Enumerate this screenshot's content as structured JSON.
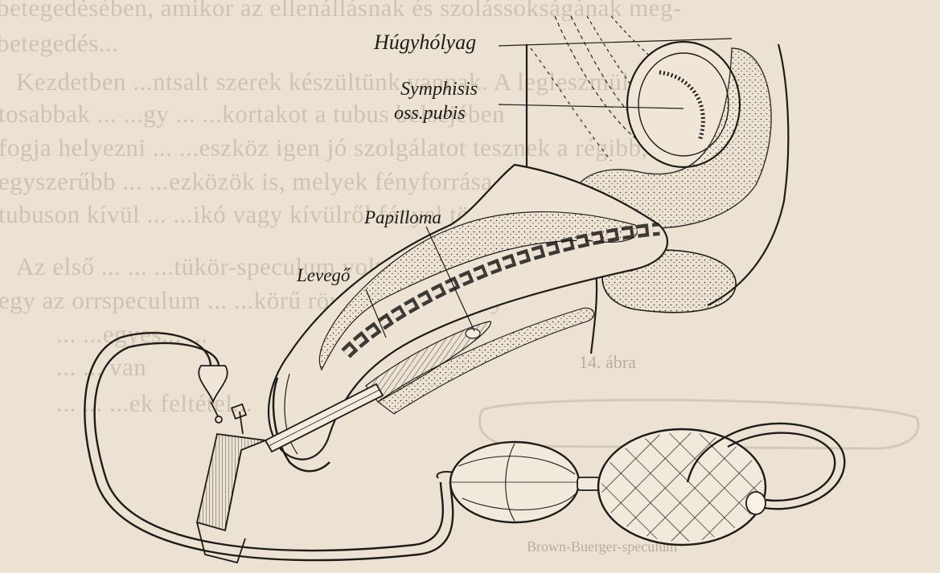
{
  "labels": {
    "bladder": "Húgyhólyag",
    "symphysis_line1": "Symphisis",
    "symphysis_line2": "oss.pubis",
    "papilloma": "Papilloma",
    "air": "Levegő"
  },
  "ghost_captions": {
    "fig_number": "14. ábra",
    "instrument_name": "Brown-Buerger-speculum"
  },
  "bleed_through_text": [
    "betegedésében, amikor az ellenállásnak és szolássokságának meg-",
    "betegedés...",
    "Kezdetben ...ntsalt szerek készültünk vannak. A legleszmül-",
    "tosabbak ...  ...gy ...  ...kortakot a tubus belsejében",
    "fogja helyezni ...  ...eszköz igen jó szolgálatot tesznek a régibb,",
    "egyszerűbb ...  ...ezközök is, melyek fényforrása a",
    "tubuson kívül ...  ...ikó vagy kívülről fényel történik.",
    "Az első ...  ... ...tükör-speculum volt. Ez",
    "egy az orrspeculum ...  ...körű rövid eszköz, mely",
    "... ...egyes...  ...",
    "... ...  van",
    "... ...  ...ek feltétel..."
  ],
  "colors": {
    "paper": "#ebe2d3",
    "ink": "#1f1b17",
    "bleed": "#b7ab98"
  }
}
